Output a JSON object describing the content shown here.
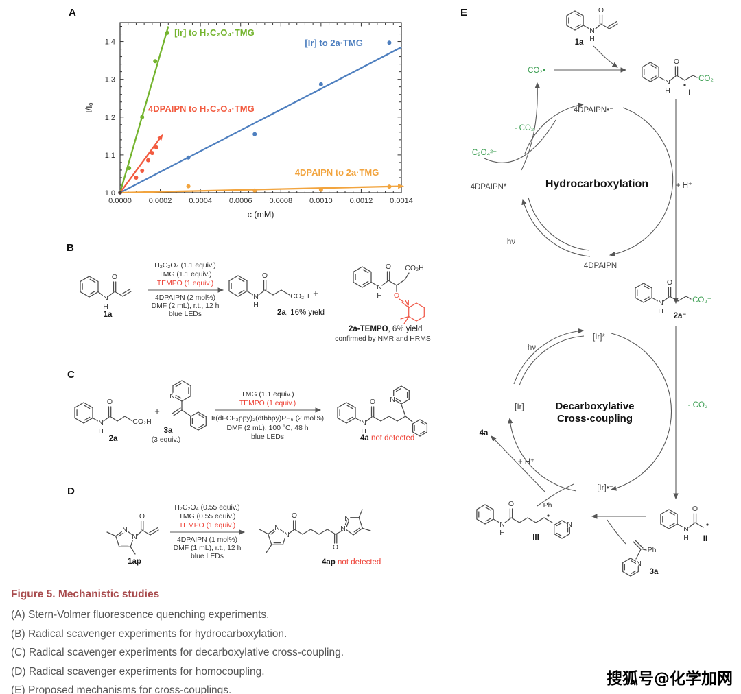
{
  "panel_labels": {
    "a": "A",
    "b": "B",
    "c": "C",
    "d": "D",
    "e": "E"
  },
  "atoms": {
    "O": "O",
    "N": "N",
    "H": "H"
  },
  "chart_data": {
    "type": "scatter",
    "title": "",
    "xlabel": "c (mM)",
    "ylabel": "I/I₀",
    "xlim": [
      0,
      0.0014
    ],
    "ylim": [
      1.0,
      1.45
    ],
    "xticks": [
      0,
      0.0002,
      0.0004,
      0.0006,
      0.0008,
      0.001,
      0.0012,
      0.0014
    ],
    "xtick_labels": [
      "0.0000",
      "0.0002",
      "0.0004",
      "0.0006",
      "0.0008",
      "0.0010",
      "0.0012",
      "0.0014"
    ],
    "yticks": [
      1.0,
      1.1,
      1.2,
      1.3,
      1.4
    ],
    "ytick_labels": [
      "1.0",
      "1.1",
      "1.2",
      "1.3",
      "1.4"
    ],
    "x_minor_step": 4e-05,
    "y_minor_step": 0.02,
    "grid": false,
    "legend": "inline-annotations",
    "origin_point": [
      0,
      1.0
    ],
    "series": [
      {
        "name": "[Ir] to H₂C₂O₄·TMG",
        "color": "#74b42e",
        "points": [
          [
            4.5e-05,
            1.065
          ],
          [
            0.00011,
            1.2
          ],
          [
            0.000175,
            1.348
          ],
          [
            0.000235,
            1.423
          ]
        ],
        "line": [
          [
            0,
            1.0
          ],
          [
            0.00024,
            1.44
          ]
        ],
        "arrow": false,
        "label_pos": [
          0.00027,
          1.423
        ]
      },
      {
        "name": "4DPAIPN to H₂C₂O₄·TMG",
        "color": "#f25b40",
        "points": [
          [
            8e-05,
            1.04
          ],
          [
            0.00011,
            1.058
          ],
          [
            0.00014,
            1.086
          ],
          [
            0.00016,
            1.105
          ],
          [
            0.00018,
            1.12
          ]
        ],
        "line": [
          [
            0,
            1.0
          ],
          [
            0.0002,
            1.145
          ]
        ],
        "arrow": true,
        "label_pos": [
          0.00014,
          1.221
        ]
      },
      {
        "name": "[Ir] to 2a·TMG",
        "color": "#4e7fbf",
        "points": [
          [
            0.00034,
            1.093
          ],
          [
            0.00067,
            1.155
          ],
          [
            0.001,
            1.287
          ],
          [
            0.00134,
            1.397
          ]
        ],
        "line": [
          [
            0,
            1.0
          ],
          [
            0.0014,
            1.385
          ]
        ],
        "arrow": false,
        "label_pos": [
          0.00092,
          1.396
        ]
      },
      {
        "name": "4DPAIPN to 2a·TMG",
        "color": "#f2a43e",
        "points": [
          [
            0.00034,
            1.017
          ],
          [
            0.00067,
            1.006
          ],
          [
            0.001,
            1.008
          ],
          [
            0.00134,
            1.016
          ]
        ],
        "line": [
          [
            0,
            1.0
          ],
          [
            0.00139,
            1.017
          ]
        ],
        "arrow": true,
        "label_pos": [
          0.00087,
          1.053
        ]
      }
    ]
  },
  "b": {
    "label": "B",
    "reactant_id": "1a",
    "above": [
      "H₂C₂O₄ (1.1 equiv.)",
      "TMG (1.1 equiv.)"
    ],
    "tempo": "TEMPO (1 equiv.)",
    "below": [
      "4DPAIPN (2 mol%)",
      "DMF (2 mL), r.t., 12 h",
      "blue LEDs"
    ],
    "product1_id": "2a",
    "product1_yield": ", 16% yield",
    "plus": "+",
    "co2h": "CO₂H",
    "product2_id": "2a-TEMPO",
    "product2_yield": ", 6% yield",
    "product2_note": "confirmed by NMR and HRMS"
  },
  "c": {
    "label": "C",
    "r1": "2a",
    "plus": "+",
    "r2": "3a",
    "r2_equiv": "(3 equiv.)",
    "above": [
      "TMG (1.1 equiv.)"
    ],
    "tempo": "TEMPO (1 equiv.)",
    "below": [
      "Ir(dFCF₃ppy)₂(dtbbpy)PF₆ (2 mol%)",
      "DMF (2 mL), 100 °C, 48 h",
      "blue LEDs"
    ],
    "p": "4a",
    "p_note": " not detected",
    "co2h": "CO₂H"
  },
  "d": {
    "label": "D",
    "r": "1ap",
    "above": [
      "H₂C₂O₄ (0.55 equiv.)",
      "TMG (0.55 equiv.)"
    ],
    "tempo": "TEMPO (1 equiv.)",
    "below": [
      "4DPAIPN (1 mol%)",
      "DMF (1 mL), r.t., 12 h",
      "blue LEDs"
    ],
    "p": "4ap",
    "p_note": " not detected"
  },
  "e": {
    "label": "E",
    "cycle1_title": "Hydrocarboxylation",
    "cycle2_title_1": "Decarboxylative",
    "cycle2_title_2": "Cross-coupling",
    "species": {
      "i1a": "1a",
      "co2r": "CO₂•⁻",
      "iI": "I",
      "pcra": "4DPAIPN•⁻",
      "pcx": "4DPAIPN*",
      "pc": "4DPAIPN",
      "hv": "hν",
      "mco2a": "- CO₂",
      "oxalate": "C₂O₄²⁻",
      "hplus": "+ H⁺",
      "i2a": "2a⁻",
      "co2an": "CO₂⁻",
      "irx": "[Ir]*",
      "ir": "[Ir]",
      "irra": "[Ir]•⁻",
      "mco2b": "- CO₂",
      "i4a": "4a",
      "iIII": "III",
      "iII": "II",
      "i3a": "3a",
      "ph": "Ph"
    }
  },
  "caption": {
    "title": "Figure 5. Mechanistic studies",
    "lines": [
      "(A) Stern-Volmer fluorescence quenching experiments.",
      "(B) Radical scavenger experiments for hydrocarboxylation.",
      "(C) Radical scavenger experiments for decarboxylative cross-coupling.",
      "(D) Radical scavenger experiments for homocoupling.",
      "(E) Proposed mechanisms for cross-couplings."
    ]
  },
  "watermark": {
    "text": "搜狐号@化学加网"
  }
}
